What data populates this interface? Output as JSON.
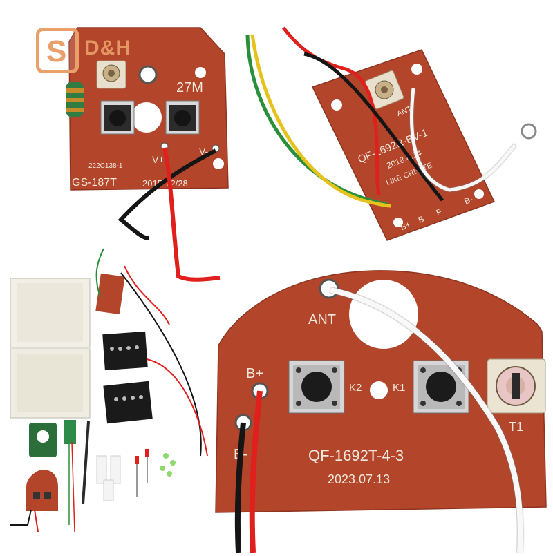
{
  "watermark": {
    "text": "D&H"
  },
  "board_gs187t": {
    "freq_label": "27M",
    "code_small": "222C138-1",
    "model": "GS-187T",
    "date": "2015-12/28",
    "pin_left": "V+",
    "pin_right": "V-"
  },
  "board_qf1692r": {
    "model": "QF-1692R-BV-1",
    "date": "2018.8.14",
    "brand": "LIKE CREATE",
    "ant_label": "ANT",
    "pins": [
      "B+",
      "B",
      "F",
      "B-"
    ]
  },
  "board_qf1692t": {
    "ant_label": "ANT",
    "bplus_label": "B+",
    "bminus_label": "B-",
    "k2_label": "K2",
    "k1_label": "K1",
    "t1_label": "T1",
    "model": "QF-1692T-4-3",
    "date": "2023.07.13"
  },
  "colors": {
    "pcb": "#b2452a",
    "pcb_dark": "#8e3420",
    "print": "#f2e8dc",
    "wire_red": "#e0201c",
    "wire_black": "#151515",
    "wire_white": "#f8f8f8",
    "wire_green": "#2a8f3a",
    "wire_yellow": "#e6c21c",
    "logo": "#e9a06a"
  }
}
